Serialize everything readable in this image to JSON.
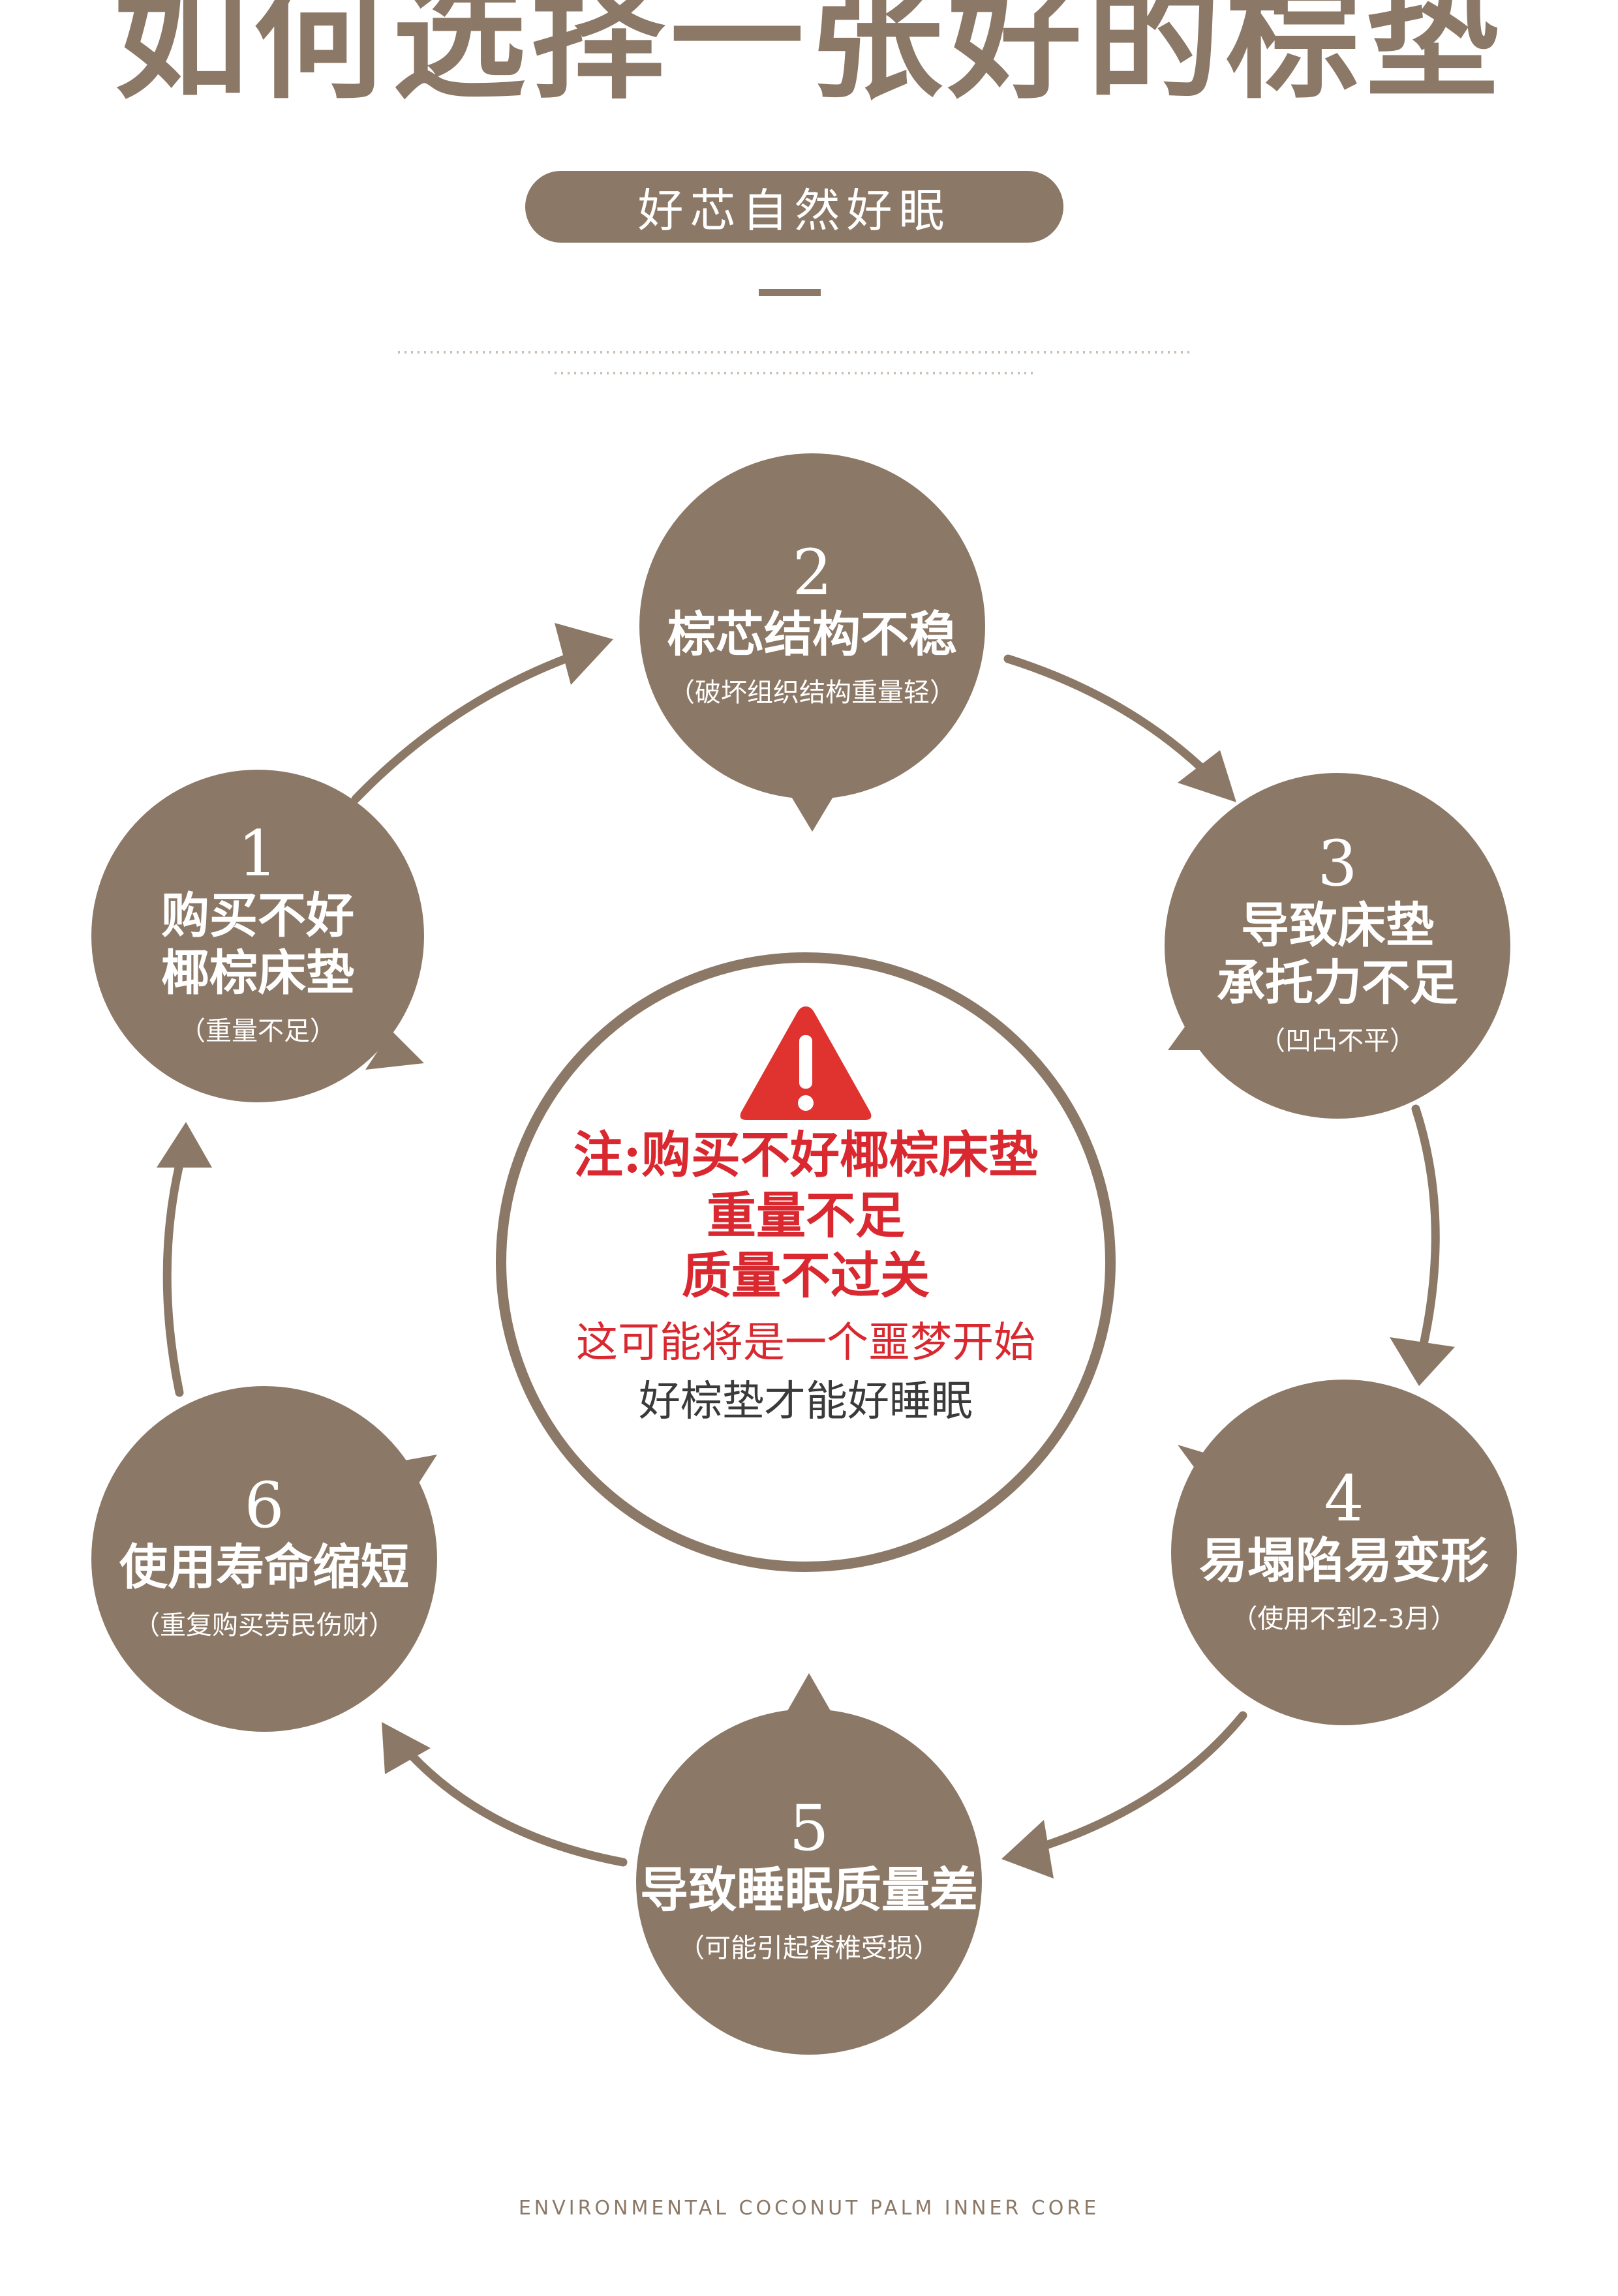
{
  "title": "如何选择一张好的棕垫",
  "subtitle_pill": "好芯自然好眠",
  "colors": {
    "brown": "#8c7866",
    "red": "#d9282f",
    "dark_text": "#3a3a3a",
    "white": "#ffffff"
  },
  "nodes": [
    {
      "number": "1",
      "title": "购买不好\n椰棕床垫",
      "subtitle": "（重量不足）"
    },
    {
      "number": "2",
      "title": "棕芯结构不稳",
      "subtitle": "（破坏组织结构重量轻）"
    },
    {
      "number": "3",
      "title": "导致床垫\n承托力不足",
      "subtitle": "（凹凸不平）"
    },
    {
      "number": "4",
      "title": "易塌陷易变形",
      "subtitle": "（使用不到2-3月）"
    },
    {
      "number": "5",
      "title": "导致睡眠质量差",
      "subtitle": "（可能引起脊椎受损）"
    },
    {
      "number": "6",
      "title": "使用寿命缩短",
      "subtitle": "（重复购买劳民伤财）"
    }
  ],
  "center": {
    "warning_icon": "warning-triangle-icon",
    "red_lines": [
      "注:购买不好椰棕床垫",
      "重量不足",
      "质量不过关"
    ],
    "line_nightmare": "这可能将是一个噩梦开始",
    "line_good": "好棕垫才能好睡眠"
  },
  "footer": "ENVIRONMENTAL COCONUT PALM INNER CORE"
}
